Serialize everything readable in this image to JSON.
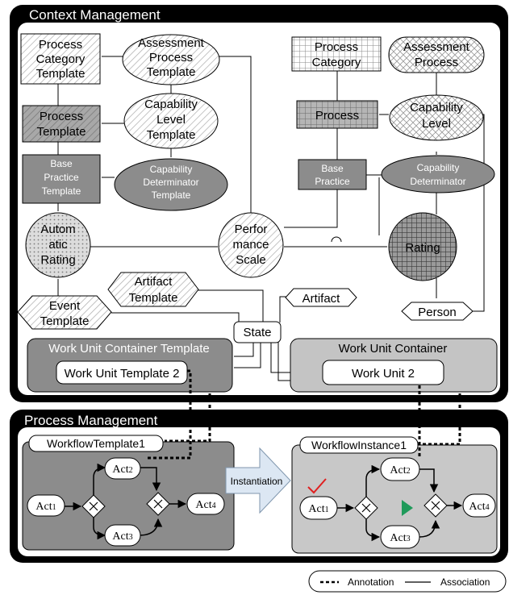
{
  "sections": {
    "context": "Context Management",
    "process": "Process Management"
  },
  "context_nodes": {
    "process_category_template": [
      "Process",
      "Category",
      "Template"
    ],
    "assessment_process_template": [
      "Assessment",
      "Process",
      "Template"
    ],
    "process_template": [
      "Process",
      "Template"
    ],
    "capability_level_template": [
      "Capability",
      "Level",
      "Template"
    ],
    "base_practice_template": [
      "Base",
      "Practice",
      "Template"
    ],
    "capability_determinator_template": [
      "Capability",
      "Determinator",
      "Template"
    ],
    "automatic_rating": [
      "Autom",
      "atic",
      "Rating"
    ],
    "performance_scale": [
      "Perfor",
      "mance",
      "Scale"
    ],
    "process_category": [
      "Process",
      "Category"
    ],
    "assessment_process": [
      "Assessment",
      "Process"
    ],
    "process": "Process",
    "capability_level": [
      "Capability",
      "Level"
    ],
    "base_practice": [
      "Base",
      "Practice"
    ],
    "capability_determinator": [
      "Capability",
      "Determinator"
    ],
    "rating": "Rating",
    "artifact_template": [
      "Artifact",
      "Template"
    ],
    "event_template": [
      "Event",
      "Template"
    ],
    "artifact": "Artifact",
    "person": "Person",
    "state": "State",
    "wuc_template": "Work Unit Container Template",
    "wu_template_2": "Work Unit Template 2",
    "wuc": "Work Unit Container",
    "wu_2": "Work Unit 2"
  },
  "workflows": {
    "template_name": "WorkflowTemplate1",
    "instance_name": "WorkflowInstance1",
    "instantiation": "Instantiation",
    "act1": {
      "prefix": "Act",
      "sub": "1"
    },
    "act2": {
      "prefix": "Act",
      "sub": "2"
    },
    "act3": {
      "prefix": "Act",
      "sub": "3"
    },
    "act4": {
      "prefix": "Act",
      "sub": "4"
    }
  },
  "legend": {
    "annotation": "Annotation",
    "association": "Association"
  },
  "colors": {
    "frame": "#000000",
    "dark_fill": "#8c8c8c",
    "mid_fill": "#b8b8b8",
    "light_fill": "#d9d9d9",
    "check": "#e02020",
    "play": "#1f9a5a",
    "arrow_fill": "#dce7f3"
  }
}
